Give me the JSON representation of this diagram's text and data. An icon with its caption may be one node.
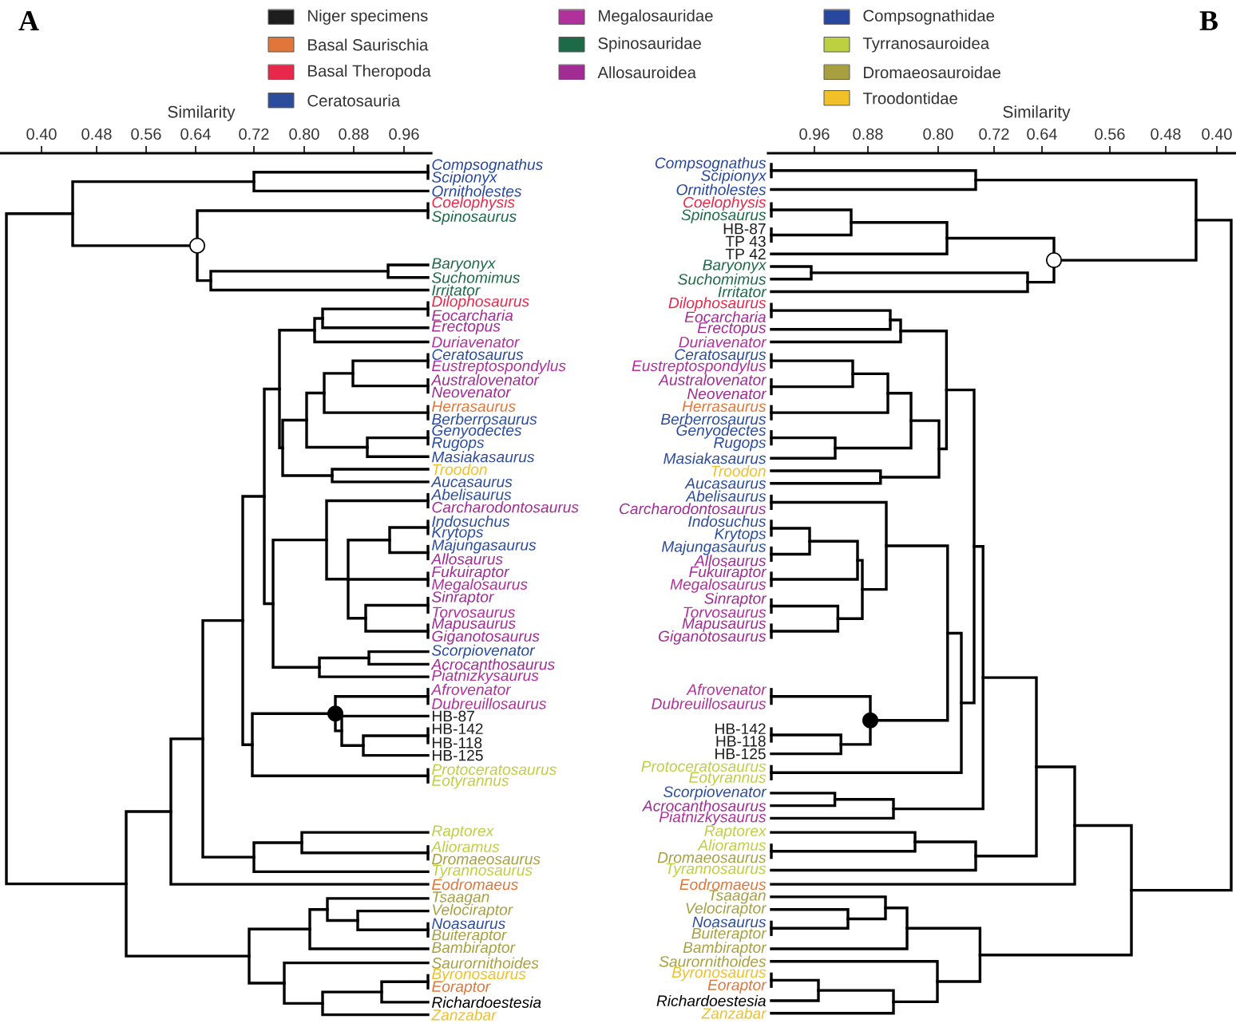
{
  "diagram": {
    "labels": [
      "A",
      "B",
      "Similarity",
      "0.40",
      "0.48",
      "0.56",
      "0.64",
      "0.72",
      "0.80",
      "0.88",
      "0.96",
      "Similarity",
      "0.96",
      "0.88",
      "0.80",
      "0.72",
      "0.64",
      "0.56",
      "0.48",
      "0.40",
      "Compsognathus",
      "Scipionyx",
      "Ornitholestes",
      "Coelophysis",
      "Spinosaurus",
      "Baryonyx",
      "Suchomimus",
      "Irritator",
      "Dilophosaurus",
      "Eocarcharia",
      "Erectopus",
      "Duriavenator",
      "Ceratosaurus",
      "Eustreptospondylus",
      "Australovenator",
      "Neovenator",
      "Herrasaurus",
      "Berberrosaurus",
      "Genyodectes",
      "Rugops",
      "Masiakasaurus",
      "Troodon",
      "Aucasaurus",
      "Abelisaurus",
      "Carcharodontosaurus",
      "Indosuchus",
      "Krytops",
      "Majungasaurus",
      "Allosaurus",
      "Fukuiraptor",
      "Megalosaurus",
      "Sinraptor",
      "Torvosaurus",
      "Mapusaurus",
      "Giganotosaurus",
      "Scorpiovenator",
      "Acrocanthosaurus",
      "Piatnizkysaurus",
      "Afrovenator",
      "Dubreuillosaurus",
      "HB-87",
      "HB-142",
      "HB-118",
      "HB-125",
      "Protoceratosaurus",
      "Eotyrannus",
      "Raptorex",
      "Alioramus",
      "Dromaeosaurus",
      "Tyrannosaurus",
      "Eodromaeus",
      "Tsaagan",
      "Velociraptor",
      "Noasaurus",
      "Buiteraptor",
      "Bambiraptor",
      "Saurornithoides",
      "Byronosaurus",
      "Eoraptor",
      "Richardoestesia",
      "Zanzabar",
      "Compsognathus",
      "Scipionyx",
      "Ornitholestes",
      "Coelophysis",
      "Spinosaurus",
      "HB-87",
      "TP 43",
      "TP 42",
      "Baryonyx",
      "Suchomimus",
      "Irritator",
      "Dilophosaurus",
      "Eocarcharia",
      "Erectopus",
      "Duriavenator",
      "Ceratosaurus",
      "Eustreptospondylus",
      "Australovenator",
      "Neovenator",
      "Herrasaurus",
      "Berberrosaurus",
      "Genyodectes",
      "Rugops",
      "Masiakasaurus",
      "Troodon",
      "Aucasaurus",
      "Abelisaurus",
      "Carcharodontosaurus",
      "Indosuchus",
      "Krytops",
      "Majungasaurus",
      "Allosaurus",
      "Fukuiraptor",
      "Megalosaurus",
      "Sinraptor",
      "Torvosaurus",
      "Mapusaurus",
      "Giganotosaurus",
      "Afrovenator",
      "Dubreuillosaurus",
      "HB-142",
      "HB-118",
      "HB-125",
      "Protoceratosaurus",
      "Eotyrannus",
      "Scorpiovenator",
      "Acrocanthosaurus",
      "Piatnizkysaurus",
      "Raptorex",
      "Alioramus",
      "Dromaeosaurus",
      "Tyrannosaurus",
      "Eodromaeus",
      "Tsaagan",
      "Velociraptor",
      "Noasaurus",
      "Buiteraptor",
      "Bambiraptor",
      "Saurornithoides",
      "Byronosaurus",
      "Eoraptor",
      "Richardoestesia",
      "Zanzabar"
    ],
    "legend": [
      {
        "text": "Niger specimens",
        "color": "#1e1e1e"
      },
      {
        "text": "Basal Saurischia",
        "color": "#e0763a"
      },
      {
        "text": "Basal Theropoda",
        "color": "#e8284a"
      },
      {
        "text": "Ceratosauria",
        "color": "#2c4c9c"
      },
      {
        "text": "Megalosauridae",
        "color": "#b0309c"
      },
      {
        "text": "Spinosauridae",
        "color": "#1c6a48"
      },
      {
        "text": "Allosauroidea",
        "color": "#a02c94"
      },
      {
        "text": "Compsognathidae",
        "color": "#2848a0"
      },
      {
        "text": "Tyrranosauroidea",
        "color": "#bcd040"
      },
      {
        "text": "Dromaeosauroidae",
        "color": "#a8a040"
      },
      {
        "text": "Troodontidae",
        "color": "#f0c028"
      }
    ]
  }
}
